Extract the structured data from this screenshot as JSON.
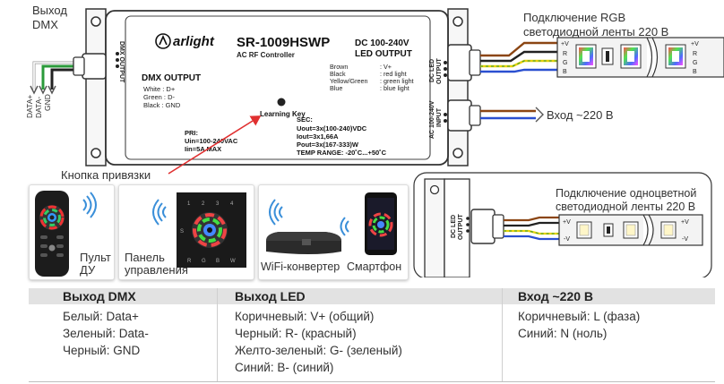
{
  "labels": {
    "dmx_out_line1": "Выход",
    "dmx_out_line2": "DMX",
    "wire_data_plus": "DATA+",
    "wire_data_minus": "DATA-",
    "wire_gnd": "GND",
    "rgb_strip_line1": "Подключение RGB",
    "rgb_strip_line2": "светодиодной ленты 220 В",
    "input_220": "Вход ~220 В",
    "learning_key_callout": "Кнопка привязки",
    "mono_strip_line1": "Подключение одноцветной",
    "mono_strip_line2": "светодиодной ленты 220 В"
  },
  "device": {
    "brand": "arlight",
    "model": "SR-1009HSWP",
    "subtitle": "AC RF Controller",
    "dmx_port_label": "DMX OUTPUT",
    "dmx_output_title": "DMX OUTPUT",
    "dmx_white": "White : D+",
    "dmx_green": "Green : D-",
    "dmx_black": "Black : GND",
    "led_output_title1": "DC 100-240V",
    "led_output_title2": "LED OUTPUT",
    "led_brown": "Brown",
    "led_black": "Black",
    "led_yellowgreen": "Yellow/Green",
    "led_blue": "Blue",
    "led_v_plus": ": V+",
    "led_red": ": red light",
    "led_green": ": green light",
    "led_blue_light": ": blue light",
    "learning_key": "Learning Key",
    "pri": "PRI:",
    "uin": "Uin=100-240VAC",
    "iin": "Iin=5A MAX",
    "sec": "SEC:",
    "uout": "Uout=3x(100-240)VDC",
    "iout": "Iout=3x1,66A",
    "pout": "Pout=3x(167-333)W",
    "temp": "TEMP RANGE: -20˚C...+50˚C",
    "port_led_line1": "DC LED",
    "port_led_line2": "OUTPUT",
    "port_in_line1": "AC 100-240V",
    "port_in_line2": "INPUT"
  },
  "strip_pins": {
    "v_plus": "+V",
    "r": "R",
    "g": "G",
    "b": "B",
    "v_minus": "-V"
  },
  "tiles": {
    "remote_line1": "Пульт",
    "remote_line2": "ДУ",
    "panel_line1": "Панель",
    "panel_line2": "управления",
    "wifi_converter": "WiFi-конвертер",
    "smartphone": "Смартфон",
    "panel_keys": [
      "1",
      "2",
      "3",
      "4",
      "S",
      "R",
      "G",
      "B",
      "W"
    ]
  },
  "table": {
    "headers": [
      "Выход DMX",
      "Выход LED",
      "Вход ~220 В"
    ],
    "dmx": [
      "Белый: Data+",
      "Зеленый: Data-",
      "Черный: GND"
    ],
    "led": [
      "Коричневый: V+ (общий)",
      "Черный: R- (красный)",
      "Желто-зеленый: G- (зеленый)",
      "Синий: B- (синий)"
    ],
    "input": [
      "Коричневый: L (фаза)",
      "Синий: N (ноль)"
    ]
  },
  "colors": {
    "wire_brown": "#8b4513",
    "wire_red": "#d32020",
    "wire_green": "#2a9a3a",
    "wire_blue": "#2a4fd0",
    "wire_yellow": "#e8d20a",
    "wire_gray": "#9a9a9a",
    "callout_arrow": "#e03030",
    "table_header_bg": "#e2e2e2"
  }
}
